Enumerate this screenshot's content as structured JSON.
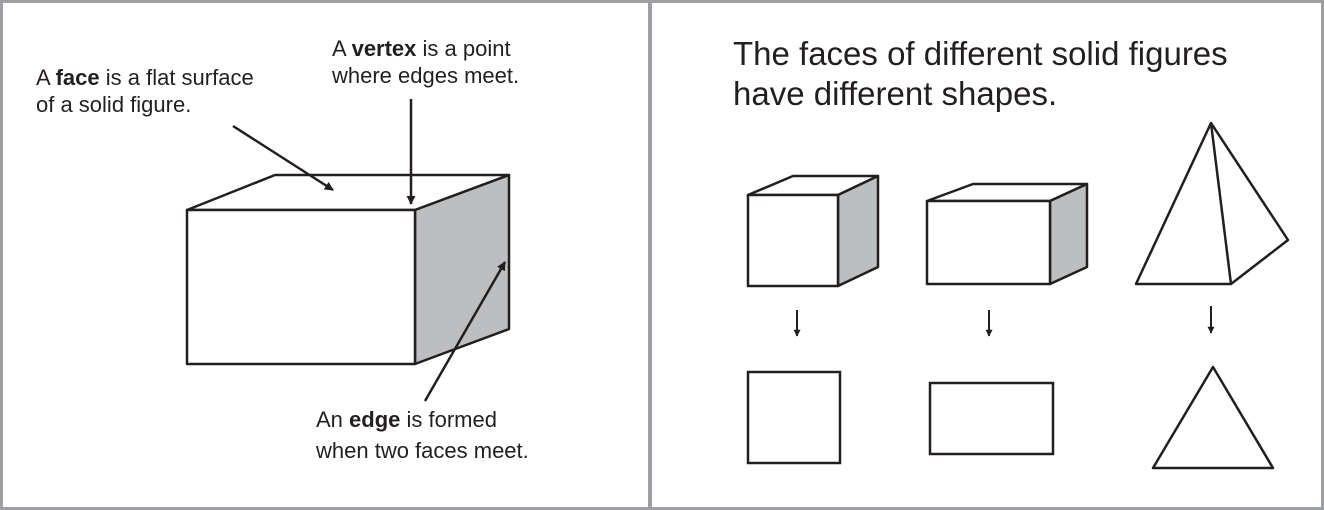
{
  "left": {
    "face_note": {
      "pre": "A ",
      "term": "face",
      "post": " is a flat surface",
      "line2": "of a solid figure."
    },
    "vertex_note": {
      "pre": "A ",
      "term": "vertex",
      "post": " is a point",
      "line2": "where edges meet."
    },
    "edge_note": {
      "pre": "An ",
      "term": "edge",
      "post": " is formed",
      "line2": "when two faces meet."
    }
  },
  "right": {
    "title_line1": "The faces of different solid figures",
    "title_line2": "have different shapes."
  },
  "colors": {
    "border": "#9d9fa2",
    "shade": "#bcbec0",
    "ink": "#231f20"
  }
}
